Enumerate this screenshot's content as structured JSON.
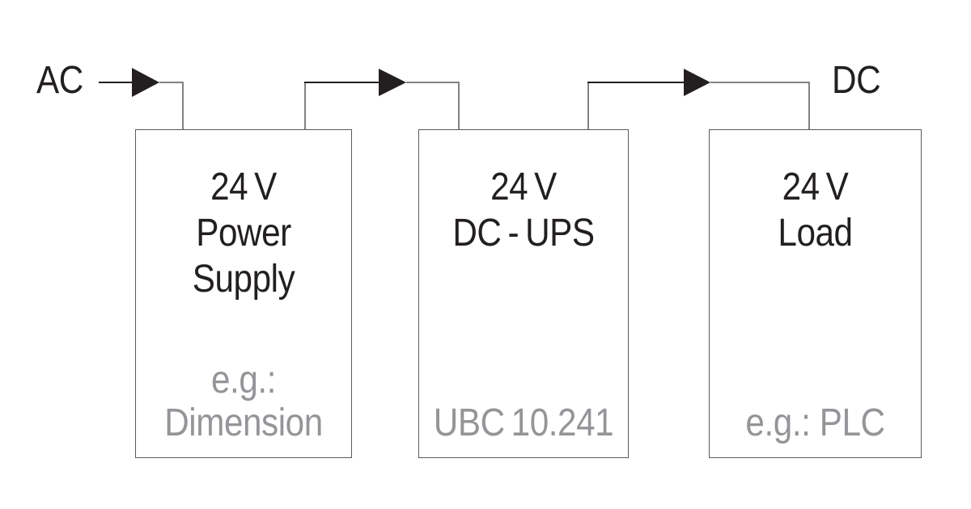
{
  "diagram": {
    "type": "block-flow",
    "input_label": "AC",
    "output_label": "DC",
    "blocks": [
      {
        "title_lines": [
          "24 V",
          "Power",
          "Supply"
        ],
        "subtitle_lines": [
          "e.g.:",
          "Dimension"
        ]
      },
      {
        "title_lines": [
          "24 V",
          "DC - UPS"
        ],
        "subtitle_lines": [
          "UBC 10.241"
        ]
      },
      {
        "title_lines": [
          "24 V",
          "Load"
        ],
        "subtitle_lines": [
          "e.g.: PLC"
        ]
      }
    ],
    "icons": {
      "flow_arrow": "right-pointing-solid-triangle"
    },
    "colors": {
      "title_text": "#231f20",
      "subtitle_text": "#939598",
      "wire": "#595a5c",
      "arrowhead": "#231f20",
      "background": "#ffffff"
    }
  }
}
